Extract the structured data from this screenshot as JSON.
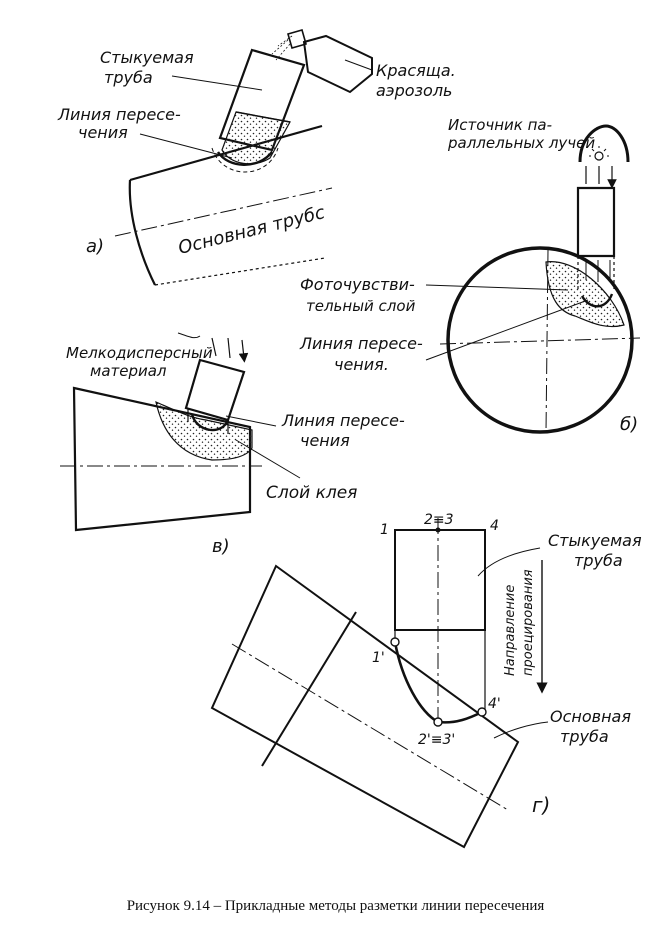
{
  "panel_a": {
    "label": "а)",
    "joined_pipe": [
      "Стыкуемая",
      "труба"
    ],
    "aerosol": [
      "Красяща.",
      "аэрозоль"
    ],
    "intersection_line": [
      "Линия пересе-",
      "чения"
    ],
    "main_pipe": "Основная трубс"
  },
  "panel_b": {
    "label": "б)",
    "source": [
      "Источник па-",
      "раллельных лучей"
    ],
    "photo_layer": [
      "Фоточувстви-",
      "тельный слой"
    ],
    "intersection_line": [
      "Линия пересе-",
      "чения."
    ]
  },
  "panel_v": {
    "label": "в)",
    "fine_material": [
      "Мелкодисперсный",
      "материал"
    ],
    "intersection_line": [
      "Линия пересе-",
      "чения"
    ],
    "glue_layer": "Слой клея"
  },
  "panel_g": {
    "label": "г)",
    "point_1": "1",
    "point_23": "2≡3",
    "point_4": "4",
    "point_1p": "1'",
    "point_4p": "4'",
    "point_23p": "2'≡3'",
    "joined_pipe": [
      "Стыкуемая",
      "труба"
    ],
    "direction": [
      "Направление",
      "проецирования"
    ],
    "main_pipe": [
      "Основная",
      "труба"
    ]
  },
  "caption": "Рисунок 9.14 – Прикладные методы разметки линии пересечения"
}
